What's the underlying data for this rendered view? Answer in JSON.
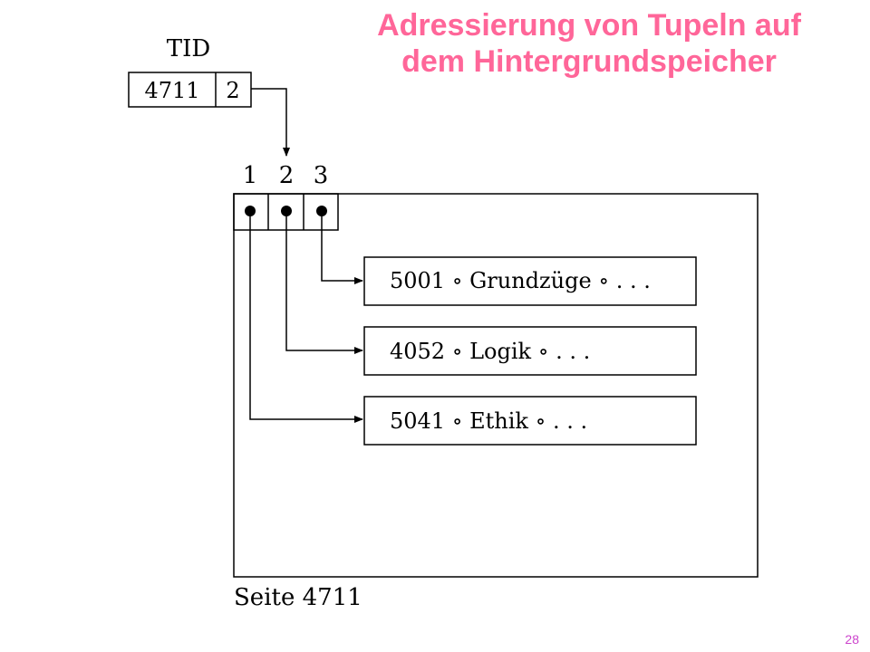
{
  "title": {
    "line1": "Adressierung von Tupeln auf",
    "line2": "dem Hintergrundspeicher"
  },
  "tid": {
    "label": "TID",
    "page": "4711",
    "slot": "2"
  },
  "page_box": {
    "slot_numbers": [
      "1",
      "2",
      "3"
    ],
    "caption": "Seite 4711"
  },
  "tuples": {
    "slot3": "5001 ∘ Grundzüge ∘ . . .",
    "slot2": "4052 ∘ Logik ∘ . . .",
    "slot1": "5041 ∘ Ethik ∘ . . ."
  },
  "page_number": "28",
  "colors": {
    "title": "#ff6699",
    "page_number": "#cc44cc"
  }
}
